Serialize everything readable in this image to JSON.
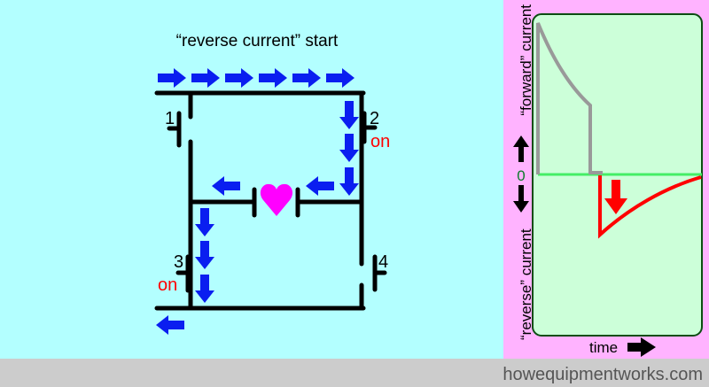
{
  "title": "“reverse current” start",
  "switches": [
    {
      "label": "1",
      "state": ""
    },
    {
      "label": "2",
      "state": "on"
    },
    {
      "label": "3",
      "state": "on"
    },
    {
      "label": "4",
      "state": ""
    }
  ],
  "graph": {
    "y_top_label": "“forward” current",
    "y_zero_label": "0",
    "y_bottom_label": "“reverse” current",
    "x_label": "time"
  },
  "footer": "howequipmentworks.com",
  "colors": {
    "background": "#b3ffff",
    "panel": "#ffb3ff",
    "graph_bg": "#ccffd9",
    "arrow": "#0a1ef0",
    "heart": "#ff00ff",
    "reverse": "#ff0000",
    "forward": "#999999"
  }
}
